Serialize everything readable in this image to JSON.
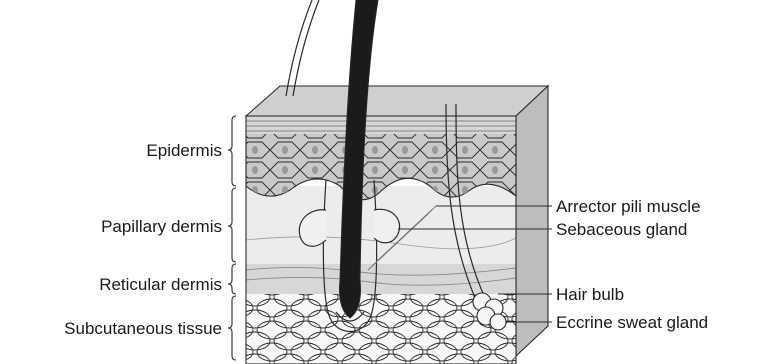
{
  "diagram": {
    "left_labels": {
      "epidermis": "Epidermis",
      "papillary_dermis": "Papillary dermis",
      "reticular_dermis": "Reticular dermis",
      "subcutaneous_tissue": "Subcutaneous tissue"
    },
    "right_labels": {
      "arrector_pili_muscle": "Arrector pili muscle",
      "sebaceous_gland": "Sebaceous gland",
      "hair_bulb": "Hair bulb",
      "eccrine_sweat_gland": "Eccrine sweat gland"
    },
    "colors": {
      "outline": "#2a2a2a",
      "epidermis_fill": "#c9c9c9",
      "stratum_fill": "#d6d6d6",
      "papillary_fill": "#ececec",
      "reticular_fill": "#d7d7d7",
      "subcutaneous_fill": "#f7f7f7",
      "hair_fill": "#111111",
      "top_surface_fill": "#cfcfcf",
      "side_face_fill": "#bdbdbd"
    }
  }
}
